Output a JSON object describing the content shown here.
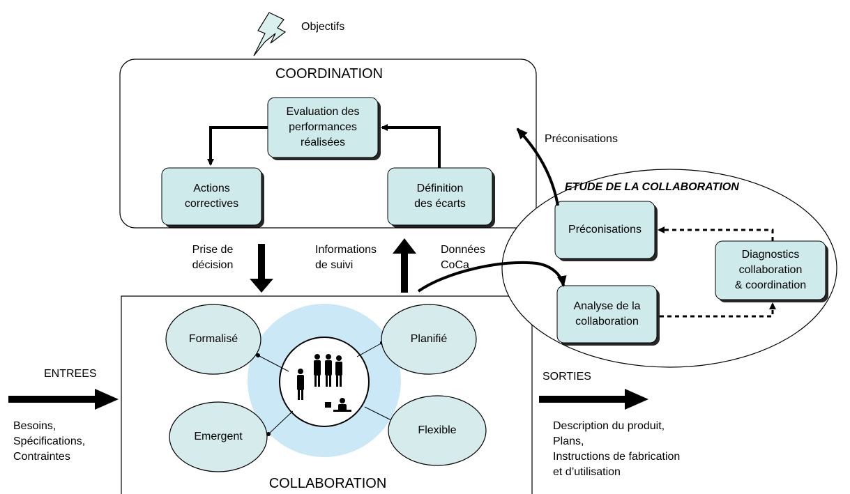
{
  "objectives": "Objectifs",
  "coordination": {
    "title": "COORDINATION",
    "evaluation": [
      "Evaluation des",
      "performances",
      "réalisées"
    ],
    "actions": [
      "Actions",
      "correctives"
    ],
    "definition": [
      "Définition",
      "des écarts"
    ]
  },
  "flows": {
    "decision": [
      "Prise de",
      "décision"
    ],
    "followup": [
      "Informations",
      "de suivi"
    ],
    "data": [
      "Données",
      "CoCa"
    ],
    "recommendations": "Préconisations"
  },
  "study": {
    "title": "ETUDE DE LA COLLABORATION",
    "recommendations": "Préconisations",
    "diagnostics": [
      "Diagnostics",
      "collaboration",
      "& coordination"
    ],
    "analysis": [
      "Analyse de la",
      "collaboration"
    ]
  },
  "collaboration": {
    "title": "COLLABORATION",
    "types": {
      "formal": "Formalisé",
      "planned": "Planifié",
      "emergent": "Emergent",
      "flexible": "Flexible"
    }
  },
  "inputs": {
    "title": "ENTREES",
    "items": [
      "Besoins,",
      "Spécifications,",
      "Contraintes"
    ]
  },
  "outputs": {
    "title": "SORTIES",
    "items": [
      "Description du produit,",
      "Plans,",
      "Instructions de fabrication",
      "et d’utilisation"
    ]
  },
  "colors": {
    "box_fill": "#cfeaea",
    "ellipse_fill": "#d6ebeb",
    "halo": "#cbe8f7",
    "line": "#000000",
    "lightning": "#d9f0ee"
  }
}
